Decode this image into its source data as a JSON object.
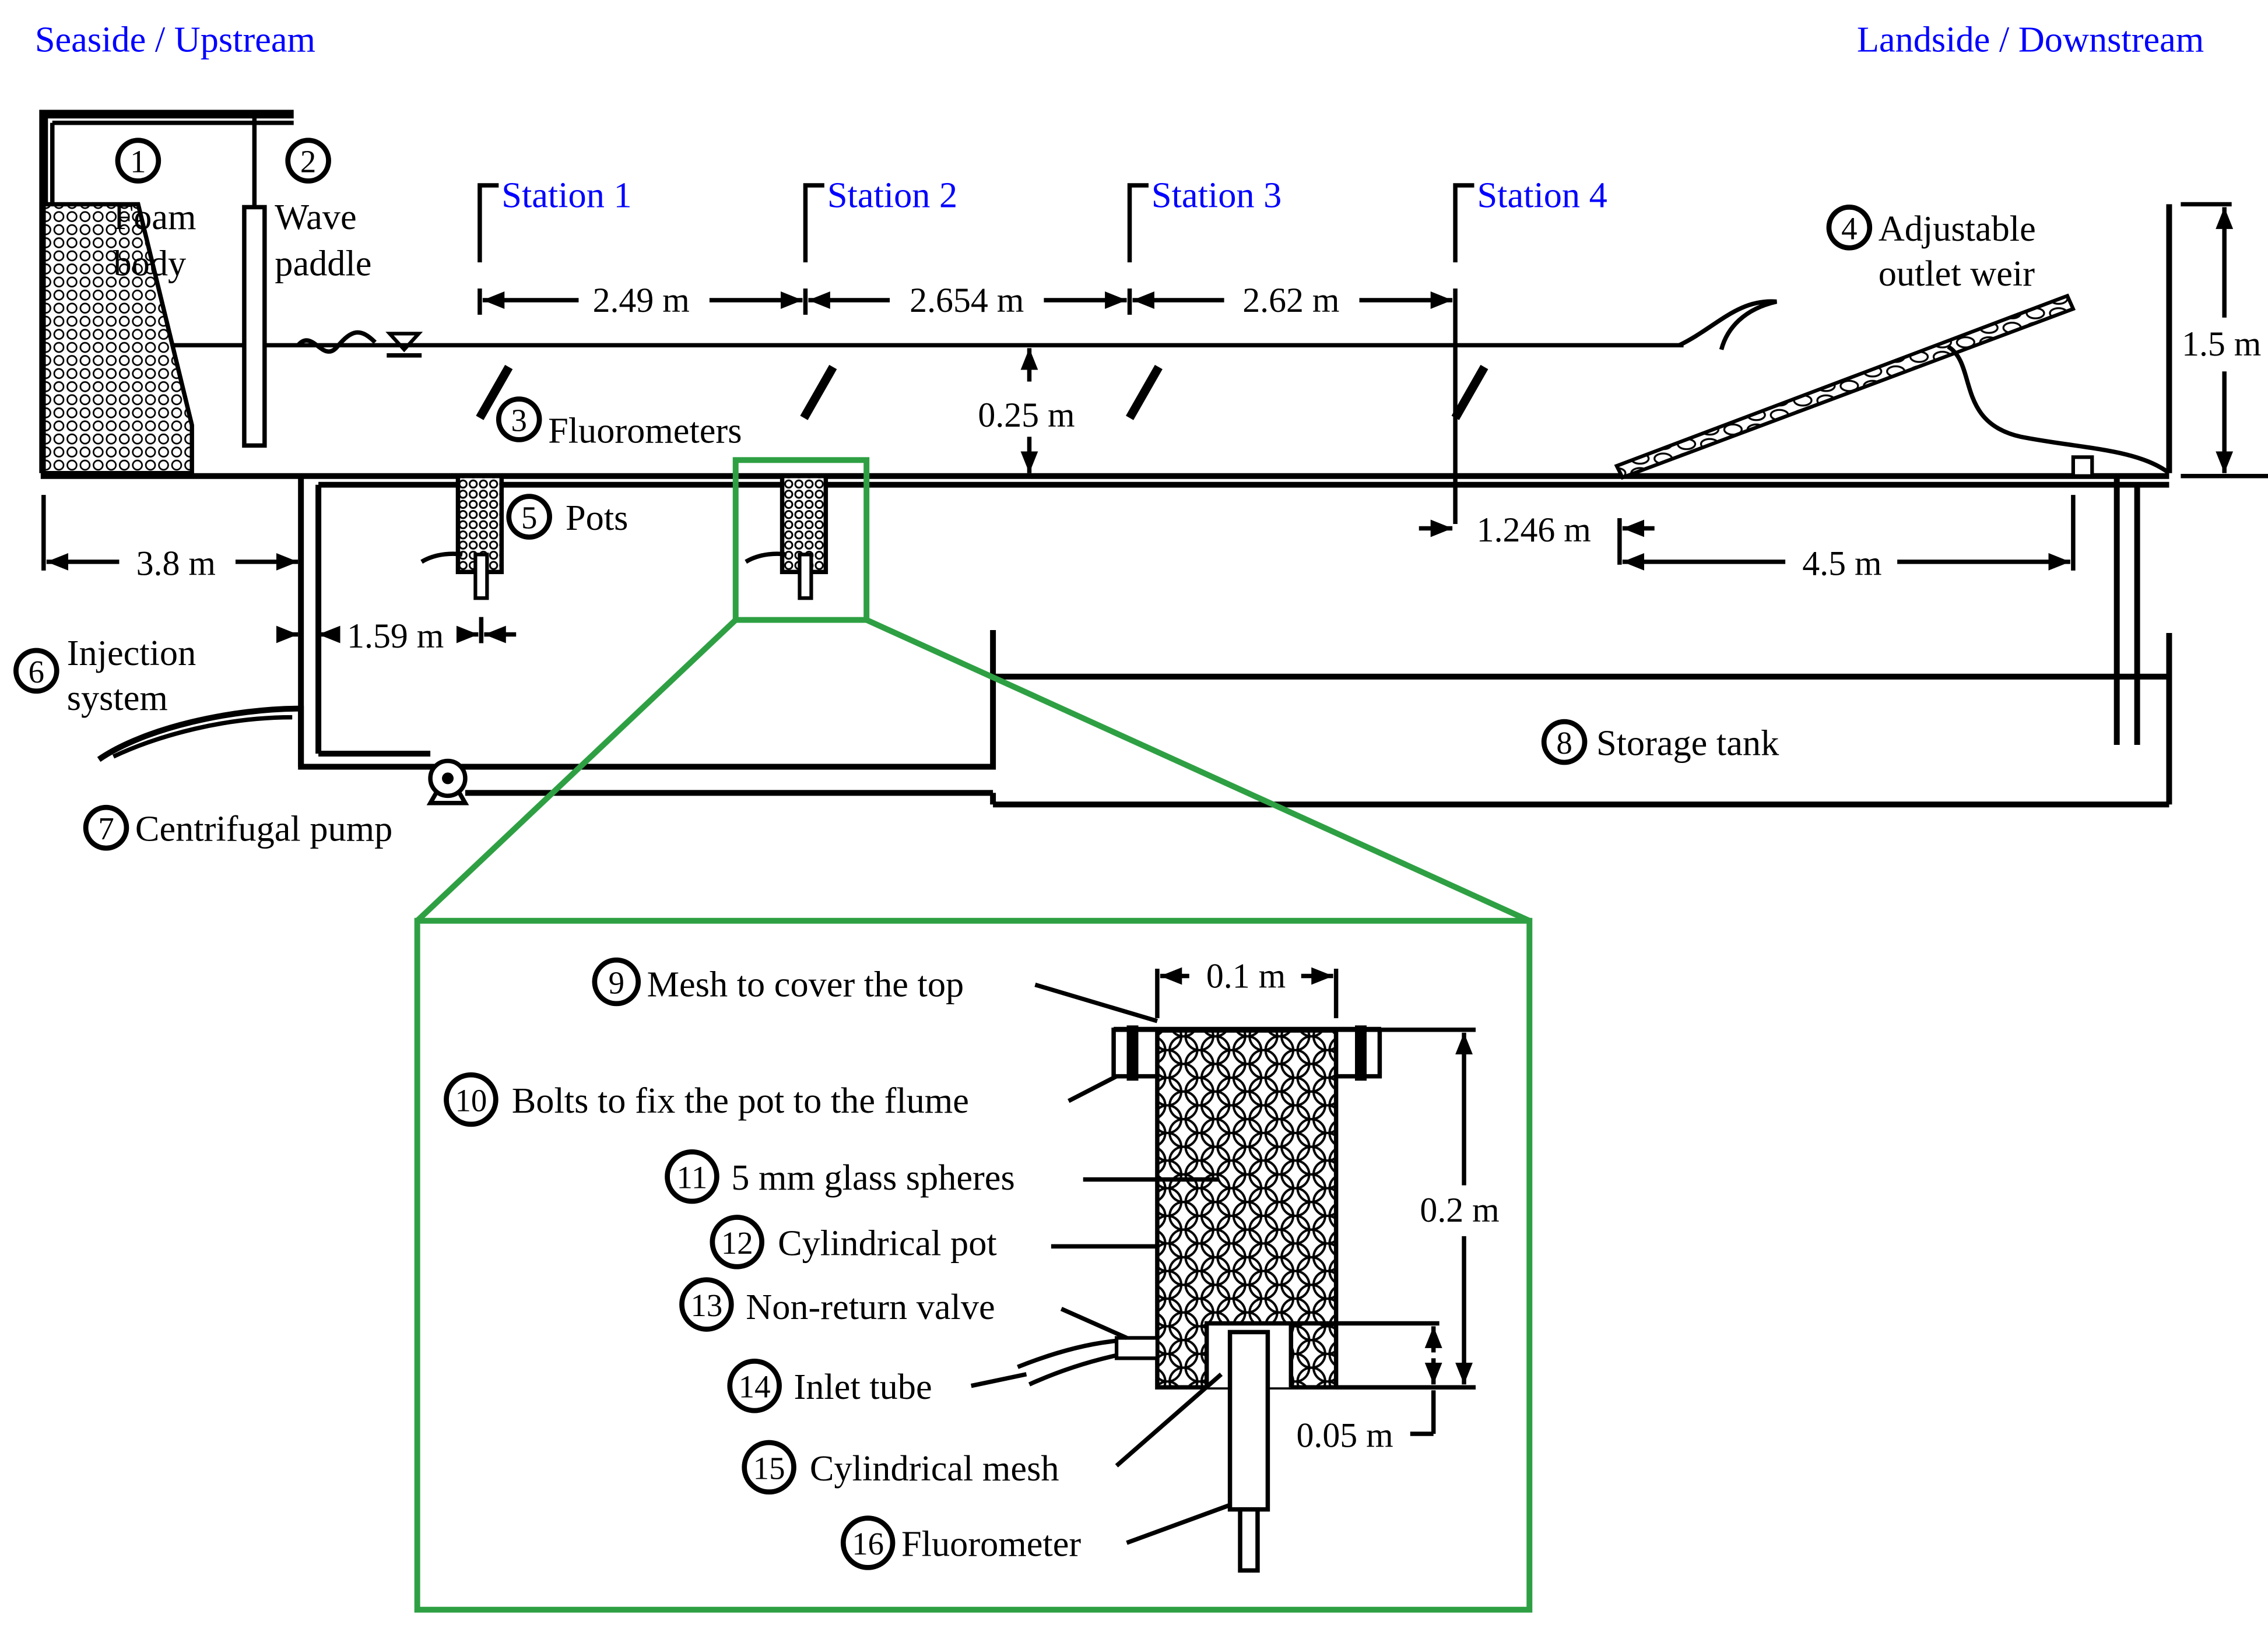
{
  "headers": {
    "seaside": "Seaside / Upstream",
    "landside": "Landside / Downstream"
  },
  "components": {
    "c1": {
      "num": "1",
      "line1": "Foam",
      "line2": "body"
    },
    "c2": {
      "num": "2",
      "line1": "Wave",
      "line2": "paddle"
    },
    "c3": {
      "num": "3",
      "label": "Fluorometers"
    },
    "c4": {
      "num": "4",
      "line1": "Adjustable",
      "line2": "outlet weir"
    },
    "c5": {
      "num": "5",
      "label": "Pots"
    },
    "c6": {
      "num": "6",
      "line1": "Injection",
      "line2": "system"
    },
    "c7": {
      "num": "7",
      "label": "Centrifugal pump"
    },
    "c8": {
      "num": "8",
      "label": "Storage tank"
    }
  },
  "stations": [
    "Station 1",
    "Station 2",
    "Station 3",
    "Station 4"
  ],
  "dimensions": {
    "s12": "2.49 m",
    "s23": "2.654 m",
    "s34": "2.62 m",
    "depth": "0.25 m",
    "height": "1.5 m",
    "inlet_to_wall": "3.8 m",
    "pot_offset": "1.59 m",
    "st4_to_weir": "1.246 m",
    "weir_len": "4.5 m"
  },
  "detail": {
    "items": [
      {
        "num": "9",
        "label": "Mesh to cover the top"
      },
      {
        "num": "10",
        "label": "Bolts to fix the pot to the flume"
      },
      {
        "num": "11",
        "label": "5 mm glass spheres"
      },
      {
        "num": "12",
        "label": "Cylindrical pot"
      },
      {
        "num": "13",
        "label": "Non-return valve"
      },
      {
        "num": "14",
        "label": "Inlet tube"
      },
      {
        "num": "15",
        "label": "Cylindrical mesh"
      },
      {
        "num": "16",
        "label": "Fluorometer"
      }
    ],
    "dims": {
      "width": "0.1 m",
      "height": "0.2 m",
      "mesh_h": "0.05 m"
    }
  }
}
